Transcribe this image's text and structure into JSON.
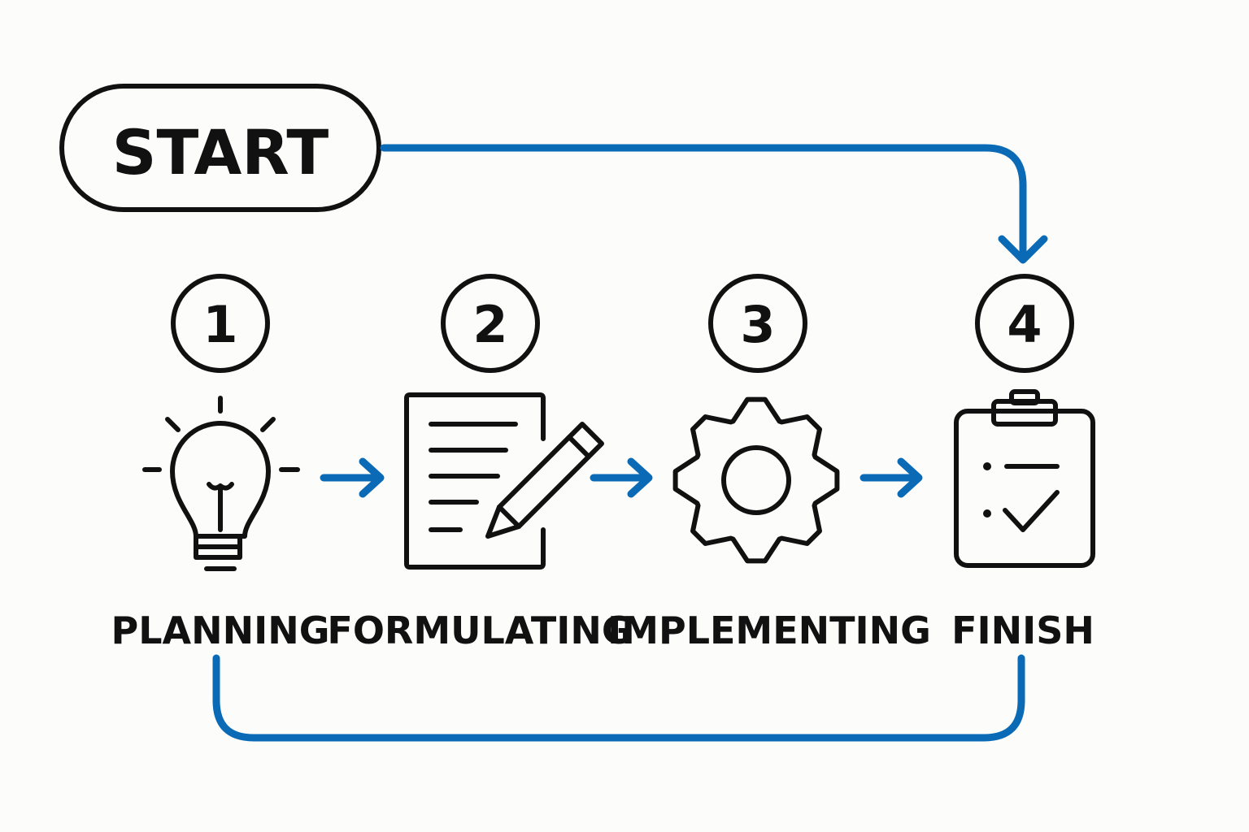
{
  "diagram": {
    "start_label": "START",
    "steps": [
      {
        "number": "1",
        "label": "PLANNING",
        "icon": "lightbulb-icon"
      },
      {
        "number": "2",
        "label": "FORMULATING",
        "icon": "document-pencil-icon"
      },
      {
        "number": "3",
        "label": "IMPLEMENTING",
        "icon": "gear-icon"
      },
      {
        "number": "4",
        "label": "FINISH",
        "icon": "clipboard-check-icon"
      }
    ],
    "colors": {
      "connector": "#0a6ab5",
      "ink": "#111111",
      "background": "#fcfcfa"
    }
  }
}
